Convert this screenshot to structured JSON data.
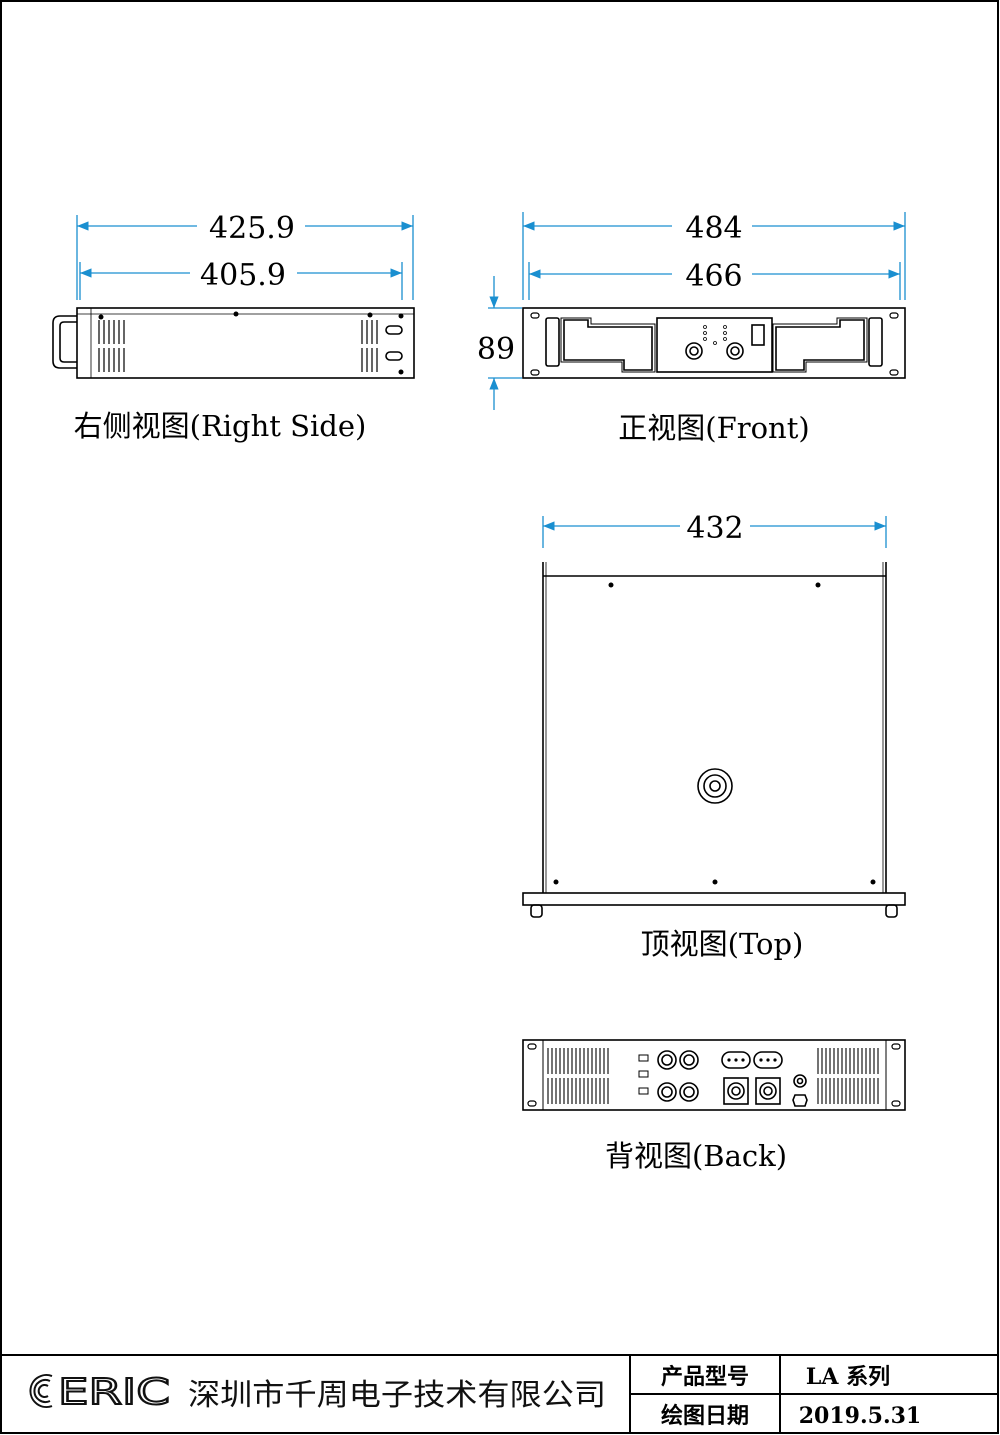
{
  "views": {
    "right_side": {
      "caption": "右侧视图(Right Side)",
      "dim_outer": "425.9",
      "dim_inner": "405.9"
    },
    "front": {
      "caption": "正视图(Front)",
      "dim_outer": "484",
      "dim_inner": "466",
      "dim_height": "89"
    },
    "top": {
      "caption": "顶视图(Top)",
      "dim_width": "432"
    },
    "back": {
      "caption": "背视图(Back)"
    }
  },
  "title_block": {
    "company_name": "深圳市千周电子技术有限公司",
    "logo_text": "ERIC",
    "model_label": "产品型号",
    "model_value": "LA 系列",
    "date_label": "绘图日期",
    "date_value": "2019.5.31"
  },
  "colors": {
    "dimension": "#1a8fd0",
    "outline": "#000000"
  }
}
